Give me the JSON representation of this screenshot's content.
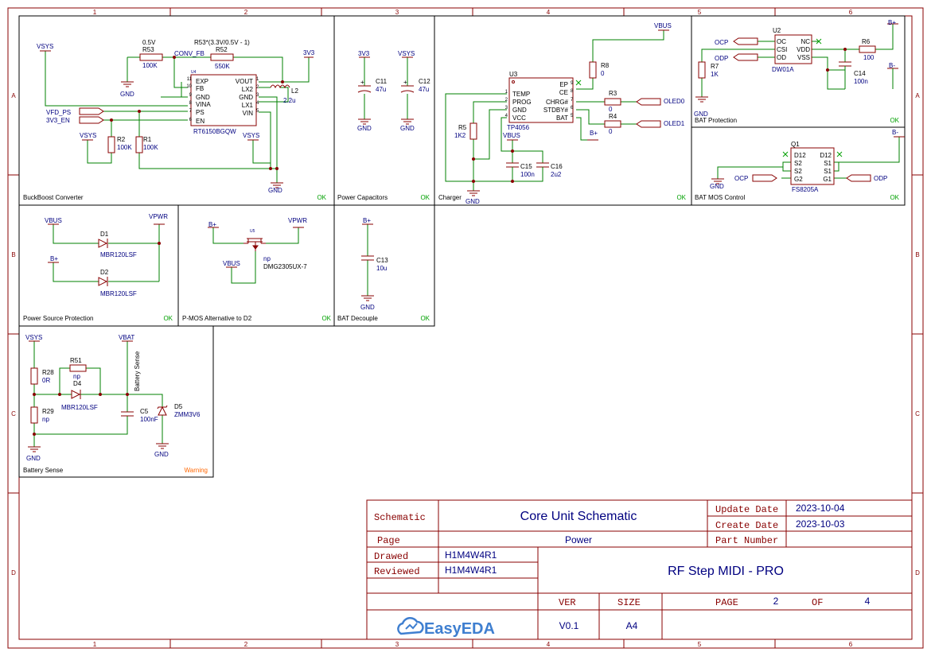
{
  "app": {
    "title": "EasyEDA Schematic - Core Unit Schematic"
  },
  "colors": {
    "frame": "#880000",
    "wire": "#008000",
    "comp": "#880000",
    "net": "#000080",
    "label": "#000000",
    "ok": "#00a000",
    "warn": "#ff6600",
    "logo": "#3f7fd0"
  },
  "border": {
    "col_labels": [
      "1",
      "2",
      "3",
      "4",
      "5",
      "6"
    ],
    "row_labels": [
      "A",
      "B",
      "C",
      "D"
    ]
  },
  "blocks": {
    "buckboost": {
      "name": "BuckBoost Converter",
      "status": "OK"
    },
    "pcap": {
      "name": "Power Capacitors",
      "status": "OK"
    },
    "charger": {
      "name": "Charger",
      "status": "OK"
    },
    "batprot": {
      "name": "BAT Protection",
      "status": "OK"
    },
    "batmos": {
      "name": "BAT MOS Control",
      "status": "OK"
    },
    "psp": {
      "name": "Power Source Protection",
      "status": "OK"
    },
    "pmos": {
      "name": "P-MOS Alternative to D2",
      "status": "OK"
    },
    "batdec": {
      "name": "BAT Decouple",
      "status": "OK"
    },
    "batsense": {
      "name": "Battery Sense",
      "status": "Warning"
    }
  },
  "buckboost": {
    "vsys": "VSYS",
    "v05": "0.5V",
    "r53": "R53",
    "r53v": "100K",
    "conv_fb": "CONV_FB",
    "r53eq": "R53*(3.3V/0.5V - 1)",
    "r52": "R52",
    "r52v": "550K",
    "v3v3": "3V3",
    "gnd": "GND",
    "u4": "U4",
    "pins_left": [
      "EXP",
      "FB",
      "GND",
      "VINA",
      "PS",
      "EN"
    ],
    "pins_left_num": [
      "11",
      "10",
      "9",
      "8",
      "7",
      "6"
    ],
    "pins_right": [
      "VOUT",
      "LX2",
      "GND",
      "LX1",
      "VIN"
    ],
    "pins_right_num": [
      "1",
      "2",
      "3",
      "4",
      "5"
    ],
    "ic": "RT6150BGQW",
    "l2": "L2",
    "l2v": "2.2u",
    "vfd_ps": "VFD_PS",
    "v3v3_en": "3V3_EN",
    "r2": "R2",
    "r2v": "100K",
    "r1": "R1",
    "r1v": "100K",
    "vsys2": "VSYS",
    "vsys3": "VSYS",
    "gnd2": "GND"
  },
  "pcap": {
    "n1": "3V3",
    "n2": "VSYS",
    "c11": "C11",
    "c11v": "47u",
    "c12": "C12",
    "c12v": "47u",
    "g1": "GND",
    "g2": "GND",
    "plus": "+"
  },
  "charger": {
    "vbus": "VBUS",
    "r8": "R8",
    "r8v": "0",
    "u3": "U3",
    "pins_left": [
      "TEMP",
      "PROG",
      "GND",
      "VCC"
    ],
    "pins_left_num": [
      "1",
      "2",
      "3",
      "4"
    ],
    "pins_right": [
      "EP",
      "CE",
      "CHRG#",
      "STDBY#",
      "BAT"
    ],
    "pins_right_num": [
      "9",
      "8",
      "7",
      "6",
      "5"
    ],
    "ic": "TP4056",
    "r3": "R3",
    "r3v": "0",
    "r4": "R4",
    "r4v": "0",
    "oled0": "OLED0",
    "oled1": "OLED1",
    "bplus": "B+",
    "r5": "R5",
    "r5v": "1K2",
    "vbus2": "VBUS",
    "c15": "C15",
    "c15v": "100n",
    "c16": "C16",
    "c16v": "2u2",
    "gnd": "GND"
  },
  "batprot": {
    "bplus": "B+",
    "bminus": "B-",
    "u2": "U2",
    "ocp": "OCP",
    "odp": "ODP",
    "pins_left": [
      "OC",
      "CSI",
      "OD"
    ],
    "pins_right": [
      "NC",
      "VDD",
      "VSS"
    ],
    "ic": "DW01A",
    "r6": "R6",
    "r6v": "100",
    "r7": "R7",
    "r7v": "1K",
    "c14": "C14",
    "c14v": "100n",
    "gnd": "GND"
  },
  "batmos": {
    "bminus": "B-",
    "q1": "Q1",
    "pins_left": [
      "D12",
      "S2",
      "S2",
      "G2"
    ],
    "pins_right": [
      "D12",
      "S1",
      "S1",
      "G1"
    ],
    "ic": "FS8205A",
    "ocp": "OCP",
    "odp": "ODP",
    "gnd": "GND"
  },
  "psp": {
    "vbus": "VBUS",
    "vpwr": "VPWR",
    "d1": "D1",
    "d1v": "MBR120LSF",
    "bplus": "B+",
    "d2": "D2",
    "d2v": "MBR120LSF"
  },
  "pmos": {
    "bplus": "B+",
    "vpwr": "VPWR",
    "u5": "U5",
    "vbus": "VBUS",
    "np": "np",
    "part": "DMG2305UX-7"
  },
  "batdec": {
    "bplus": "B+",
    "c13": "C13",
    "c13v": "10u",
    "gnd": "GND"
  },
  "batsense": {
    "vsys": "VSYS",
    "vbat": "VBAT",
    "r51": "R51",
    "np1": "np",
    "d4": "D4",
    "d4v": "MBR120LSF",
    "r28": "R28",
    "r28v": "0R",
    "r29": "R29",
    "r29v": "np",
    "bsense": "Battery Sense",
    "c5": "C5",
    "c5v": "100nF",
    "d5": "D5",
    "d5v": "ZMM3V6",
    "gnd1": "GND",
    "gnd2": "GND"
  },
  "titleblock": {
    "schematic_label": "Schematic",
    "title": "Core Unit Schematic",
    "update_label": "Update Date",
    "update_value": "2023-10-04",
    "create_label": "Create Date",
    "create_value": "2023-10-03",
    "page_label": "Page",
    "page_value": "Power",
    "part_label": "Part Number",
    "part_value": "",
    "drawed_label": "Drawed",
    "drawed_value": "H1M4W4R1",
    "reviewed_label": "Reviewed",
    "reviewed_value": "H1M4W4R1",
    "project": "RF Step MIDI - PRO",
    "ver_label": "VER",
    "ver_value": "V0.1",
    "size_label": "SIZE",
    "size_value": "A4",
    "page2_label": "PAGE",
    "page_num": "2",
    "of_label": "OF",
    "of_num": "4",
    "logo_text": "EasyEDA"
  }
}
